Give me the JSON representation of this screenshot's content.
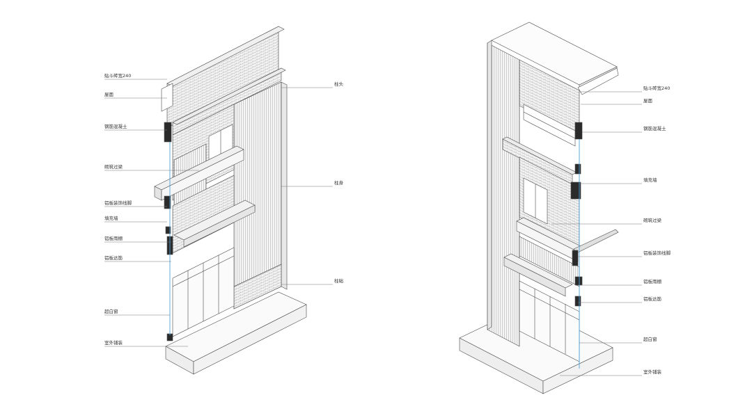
{
  "colors": {
    "line": "#4a4a4a",
    "leader": "#777777",
    "brick": "#f2f2f2",
    "brick_pattern": "#9a9a9a",
    "glass": "#4aa3d8",
    "dark_steel": "#2b2b2b"
  },
  "left_diagram": {
    "labels": [
      "贴斗砖宽240",
      "屋面",
      "钢筋混凝土",
      "砌筑过梁",
      "铝板装饰线脚",
      "填充墙",
      "铝板雨棚",
      "铝板达筋",
      "超白窗",
      "室外铺装"
    ],
    "right_labels": [
      "柱头",
      "柱身",
      "柱础"
    ]
  },
  "right_diagram": {
    "labels": [
      "贴斗砖宽240",
      "屋面",
      "钢筋混凝土",
      "填充墙",
      "砌筑过梁",
      "铝板装饰线脚",
      "铝板雨棚",
      "铝板达筋",
      "超白窗",
      "室外铺装"
    ]
  }
}
